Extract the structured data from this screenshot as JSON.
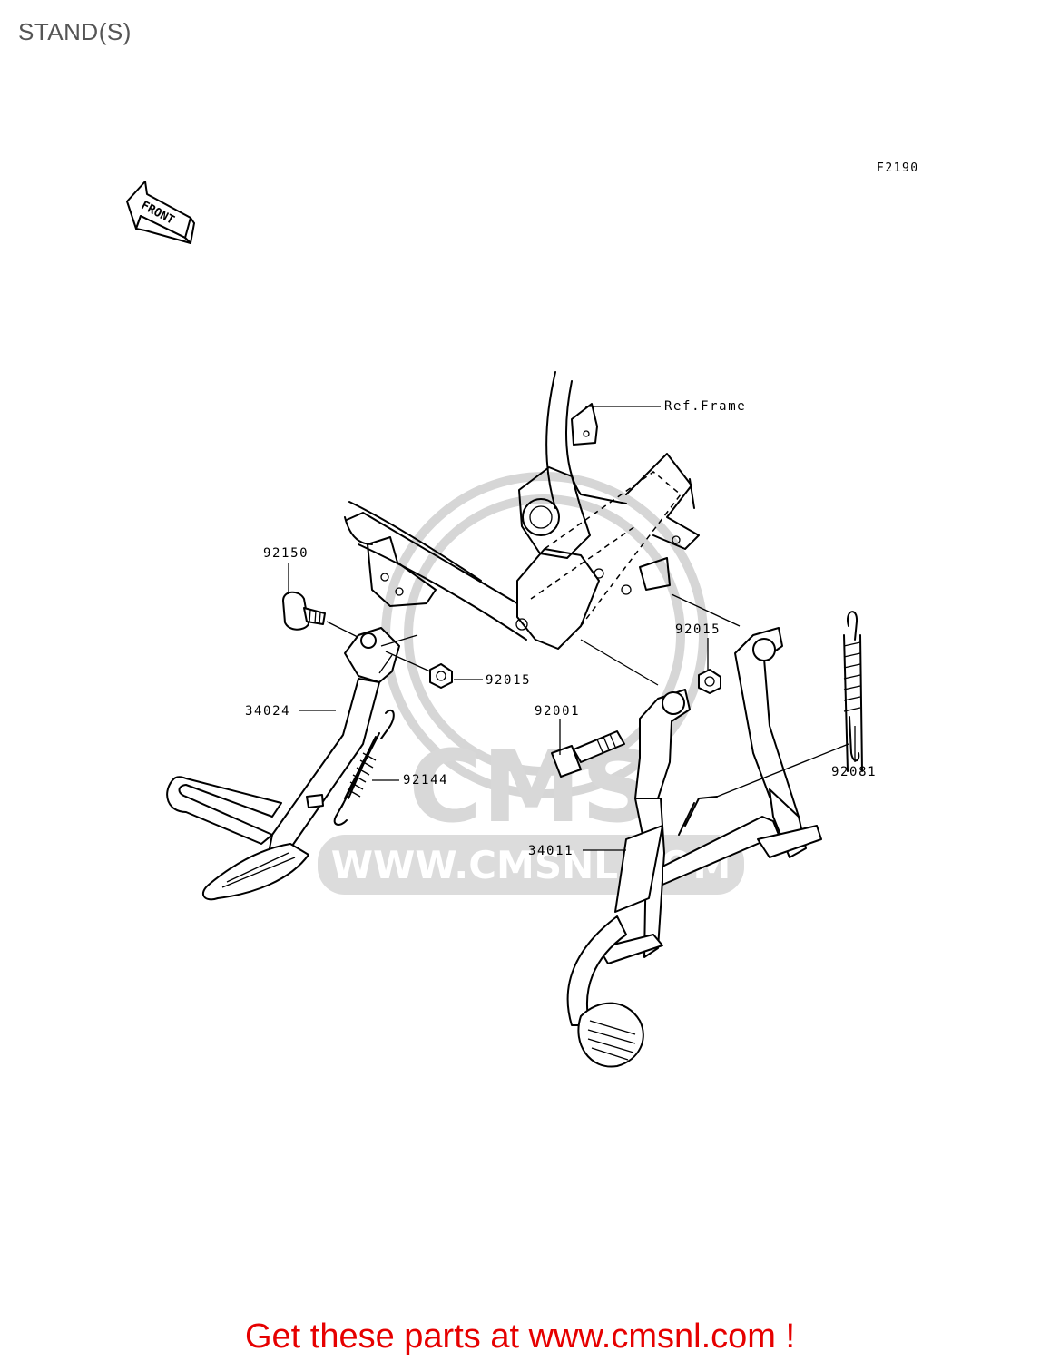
{
  "page": {
    "title": "STAND(S)",
    "figure_code": "F2190",
    "footer": "Get these parts at www.cmsnl.com !"
  },
  "diagram": {
    "front_arrow": "FRONT",
    "watermark": {
      "brand": "CMS",
      "url": "WWW.CMSNL.COM"
    },
    "callouts": [
      {
        "id": "ref-frame",
        "label": "Ref.Frame"
      },
      {
        "id": "p92150",
        "label": "92150"
      },
      {
        "id": "p92015-left",
        "label": "92015"
      },
      {
        "id": "p92015-right",
        "label": "92015"
      },
      {
        "id": "p34024",
        "label": "34024"
      },
      {
        "id": "p92144",
        "label": "92144"
      },
      {
        "id": "p92001",
        "label": "92001"
      },
      {
        "id": "p92081",
        "label": "92081"
      },
      {
        "id": "p34011",
        "label": "34011"
      }
    ]
  }
}
